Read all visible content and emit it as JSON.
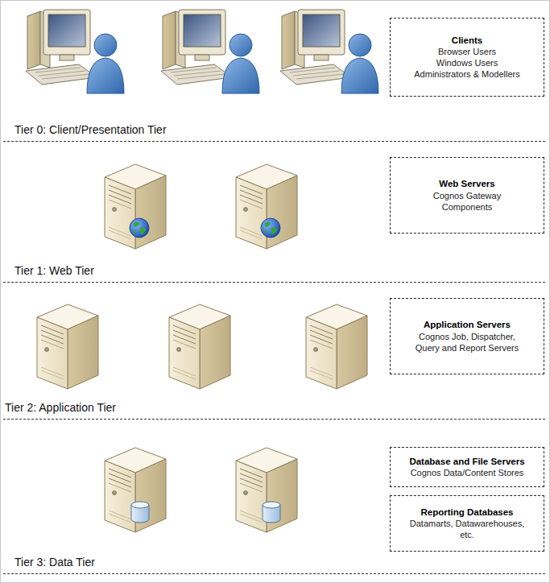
{
  "diagram": {
    "nodes": [
      {
        "text": [
          "Clients",
          "Browser Users",
          "Windows Users",
          "Administrators & Modellers"
        ]
      },
      {
        "text": [
          "Web Servers",
          "Cognos Gateway Components"
        ]
      },
      {
        "text": [
          "Application Servers",
          "Cognos Job, Dispatcher, Query and Report Servers"
        ]
      },
      {
        "text": [
          "Database and File Servers",
          "Cognos Data/Content Stores"
        ]
      },
      {
        "text": [
          "Reporting Databases",
          "Datamarts, Datawarehouses, etc."
        ]
      }
    ],
    "labels": [
      "Tier 0: Client/Presentation Tier",
      "Tier 1: Web Tier",
      "Tier 2: Application Tier",
      "Tier 3: Data Tier"
    ]
  }
}
